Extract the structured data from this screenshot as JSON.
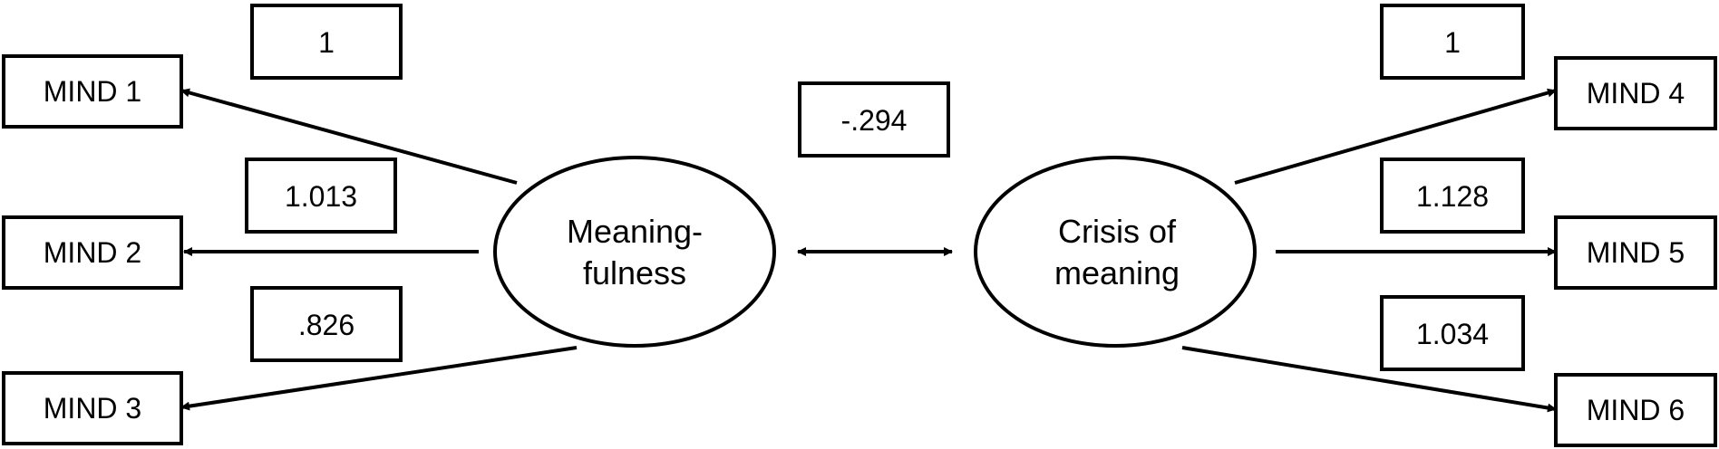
{
  "latent": {
    "meaningfulness": {
      "line1": "Meaning-",
      "line2": "fulness"
    },
    "crisis": {
      "line1": "Crisis of",
      "line2": "meaning"
    }
  },
  "indicators": {
    "mind1": "MIND 1",
    "mind2": "MIND 2",
    "mind3": "MIND 3",
    "mind4": "MIND 4",
    "mind5": "MIND 5",
    "mind6": "MIND 6"
  },
  "loadings": {
    "mind1": "1",
    "mind2": "1.013",
    "mind3": ".826",
    "mind4": "1",
    "mind5": "1.128",
    "mind6": "1.034"
  },
  "covariance": "-.294",
  "colors": {
    "stroke": "#000000",
    "fill": "#ffffff"
  }
}
